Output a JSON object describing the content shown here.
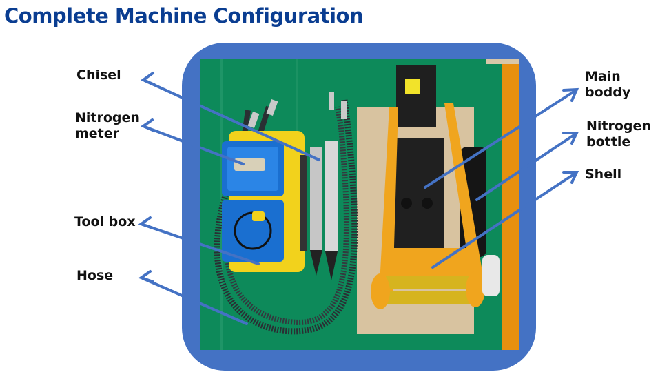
{
  "title": "Complete Machine Configuration",
  "labels": {
    "chisel": "Chisel",
    "nitrogen_meter_1": "Nitrogen",
    "nitrogen_meter_2": "meter",
    "tool_box": "Tool box",
    "hose": "Hose",
    "main_body_1": "Main",
    "main_body_2": "boddy",
    "nitrogen_bottle_1": "Nitrogen",
    "nitrogen_bottle_2": "bottle",
    "shell": "Shell"
  },
  "colors": {
    "title": "#0a3d91",
    "frame": "#4472c4",
    "arrow": "#4472c4",
    "background_mat": "#0d8a5a",
    "toolbox_yellow": "#f2d21c",
    "toolbox_blue": "#1a6fd0",
    "shell_orange": "#f0a51e"
  },
  "photo": {
    "description": "Hydraulic breaker complete kit laid out on green mat"
  }
}
